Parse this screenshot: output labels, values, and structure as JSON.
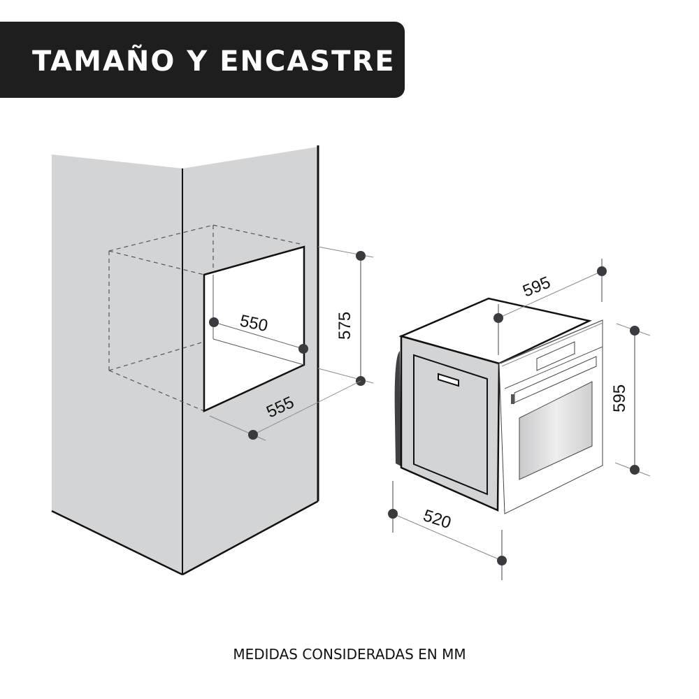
{
  "header": {
    "title": "TAMAÑO Y ENCASTRE"
  },
  "diagram": {
    "cabinet_niche": {
      "width_label": "550",
      "height_label": "575",
      "depth_label": "555"
    },
    "oven": {
      "width_label": "595",
      "height_label": "595",
      "depth_label": "520"
    }
  },
  "footer": {
    "note": "MEDIDAS CONSIDERADAS EN MM"
  },
  "colors": {
    "banner": "#1e1e1e",
    "cabinet_fill": "#d3d4d6",
    "dimension_dot": "#3a3b3f",
    "line": "#111111"
  }
}
